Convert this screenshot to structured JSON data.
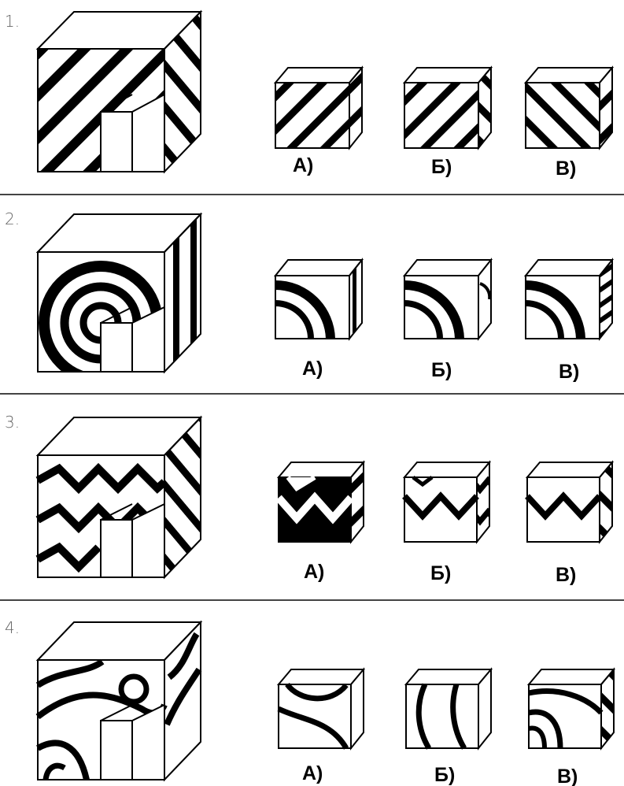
{
  "problems": [
    {
      "number": "1.",
      "pattern": "diagonal-stripes",
      "options": [
        {
          "label": "А)"
        },
        {
          "label": "Б)"
        },
        {
          "label": "В)"
        }
      ]
    },
    {
      "number": "2.",
      "pattern": "concentric-circles",
      "options": [
        {
          "label": "А)"
        },
        {
          "label": "Б)"
        },
        {
          "label": "В)"
        }
      ]
    },
    {
      "number": "3.",
      "pattern": "zigzag",
      "options": [
        {
          "label": "А)"
        },
        {
          "label": "Б)"
        },
        {
          "label": "В)"
        }
      ]
    },
    {
      "number": "4.",
      "pattern": "wavy-curves",
      "options": [
        {
          "label": "А)"
        },
        {
          "label": "Б)"
        },
        {
          "label": "В)"
        }
      ]
    }
  ],
  "colors": {
    "ink": "#000000",
    "paper": "#ffffff",
    "divider": "#444444"
  }
}
